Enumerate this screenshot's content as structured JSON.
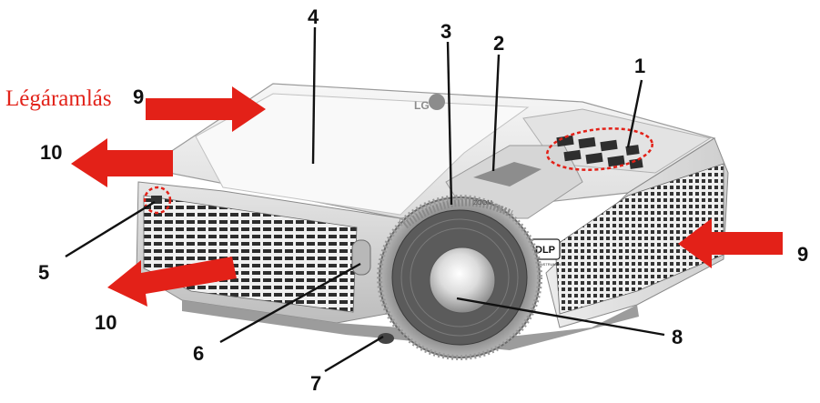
{
  "airflow_label": "Légáramlás",
  "brand_logo_text": "LG",
  "dlp_logo_text": "DLP",
  "dlp_logo_subtext": "TEXAS INSTRUMENTS",
  "zoom_ring_text": "ZOOM",
  "callouts": {
    "c1": "1",
    "c2": "2",
    "c3": "3",
    "c4": "4",
    "c5": "5",
    "c6": "6",
    "c7": "7",
    "c8": "8",
    "c9_left": "9",
    "c9_right": "9",
    "c10_top": "10",
    "c10_bottom": "10"
  },
  "colors": {
    "airflow_arrow": "#e32118",
    "highlight_dashes": "#e32118",
    "callout_line": "#111111",
    "body": "#f2f2f2"
  }
}
